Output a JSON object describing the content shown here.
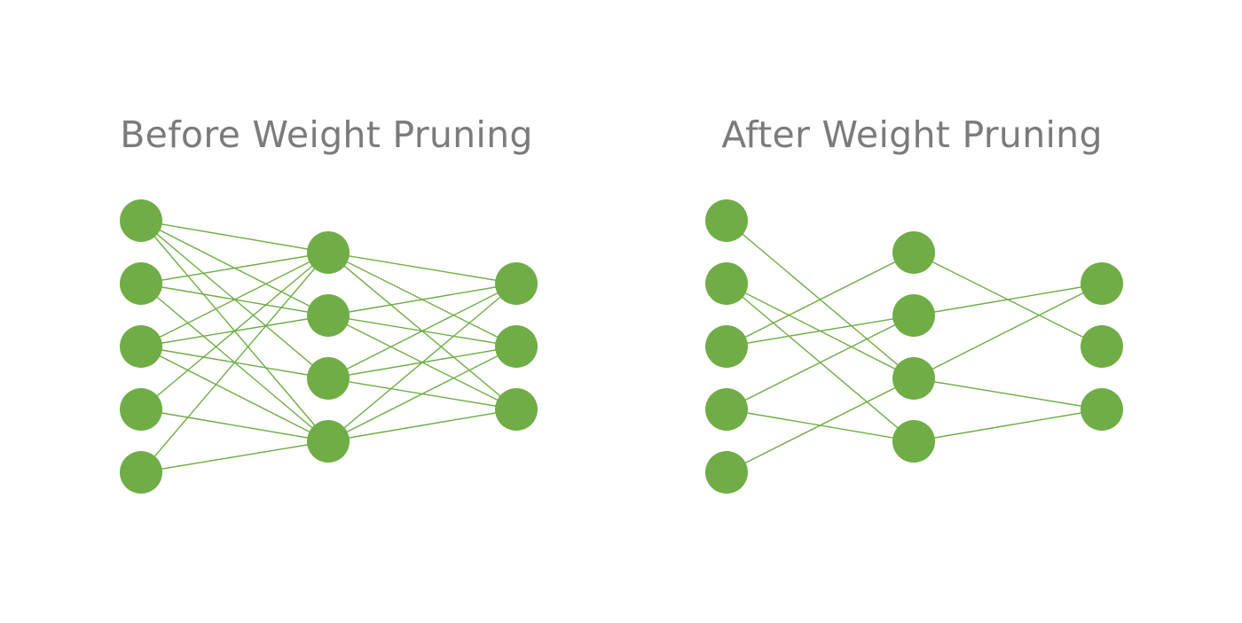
{
  "panels": [
    {
      "title": "Before Weight Pruning",
      "connections": [
        [
          0,
          0
        ],
        [
          0,
          1
        ],
        [
          0,
          2
        ],
        [
          0,
          3
        ],
        [
          1,
          0
        ],
        [
          1,
          1
        ],
        [
          1,
          3
        ],
        [
          2,
          0
        ],
        [
          2,
          1
        ],
        [
          2,
          2
        ],
        [
          2,
          3
        ],
        [
          3,
          0
        ],
        [
          3,
          3
        ],
        [
          4,
          0
        ],
        [
          4,
          3
        ],
        [
          5,
          6
        ],
        [
          5,
          7
        ],
        [
          5,
          8
        ],
        [
          6,
          6
        ],
        [
          6,
          7
        ],
        [
          6,
          8
        ],
        [
          7,
          6
        ],
        [
          7,
          7
        ],
        [
          7,
          8
        ],
        [
          8,
          6
        ],
        [
          8,
          7
        ],
        [
          8,
          8
        ]
      ]
    },
    {
      "title": "After Weight Pruning",
      "connections": [
        [
          0,
          2
        ],
        [
          1,
          2
        ],
        [
          1,
          3
        ],
        [
          2,
          0
        ],
        [
          2,
          1
        ],
        [
          3,
          1
        ],
        [
          3,
          3
        ],
        [
          4,
          2
        ],
        [
          5,
          7
        ],
        [
          6,
          6
        ],
        [
          7,
          6
        ],
        [
          7,
          8
        ],
        [
          8,
          8
        ]
      ]
    }
  ],
  "layers": [
    5,
    4,
    3
  ],
  "colors": {
    "node": "#70ad47",
    "edge": "#70ad47",
    "title": "#7b7b7b"
  }
}
